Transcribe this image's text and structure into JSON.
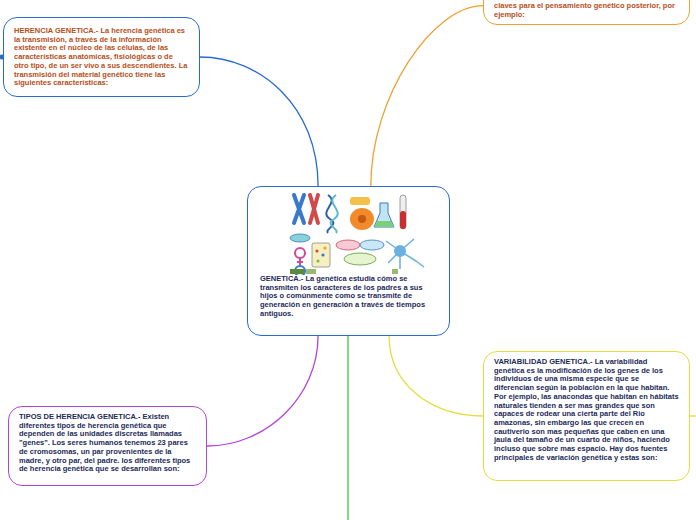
{
  "diagram": {
    "nodes": [
      {
        "text": [
          "HERENCIA GENETICA.- La herencia genética es la transmisión, a través de la información existente en el núcleo de las células, de las características anatómicas, fisiológicas o de otro tipo, de un ser vivo a sus descendientes. La transmisión del material genético tiene las siguientes características:"
        ]
      },
      {
        "text": [
          "claves para el pensamiento genético posterior, por ejemplo:"
        ]
      },
      {
        "text": [
          "GENETICA.- La genética estudia cómo se transmiten los caracteres de los padres a sus hijos o comúnmente como se transmite de generación en generación a través de tiempos antiguos."
        ]
      },
      {
        "text": [
          "VARIABILIDAD GENETICA.- La variabilidad genética es la modificación de los genes de los individuos de una misma especie que se diferencian según la población en la que habitan. Por ejemplo, las anacondas que habitan en hábitats naturales tienden a ser mas grandes que son capaces de rodear una cierta parte del Rio amazonas, sin embargo las que crecen en cautiverio son mas pequeñas que caben en una jaula del tamaño de un cuarto de niños, haciendo incluso que sobre mas espacio. Hay dos fuentes principales de variación genética y estas son:"
        ]
      },
      {
        "text": [
          "TIPOS DE HERENCIA GENETICA.- Existen diferentes tipos de herencia genética que dependen de las unidades discretas llamadas \"genes\". Los seres humanos tenemos 23 pares de cromosomas, un par provenientes de la madre, y otro par, del padre. los diferentes tipos de herencia genética que se desarrollan son:"
        ]
      }
    ],
    "edges": [
      {
        "from": 2,
        "to": 0,
        "arrow": "none"
      },
      {
        "from": 2,
        "to": 1,
        "arrow": "none"
      },
      {
        "from": 2,
        "to": 3,
        "arrow": "none"
      },
      {
        "from": 2,
        "to": 4,
        "arrow": "none"
      }
    ]
  }
}
